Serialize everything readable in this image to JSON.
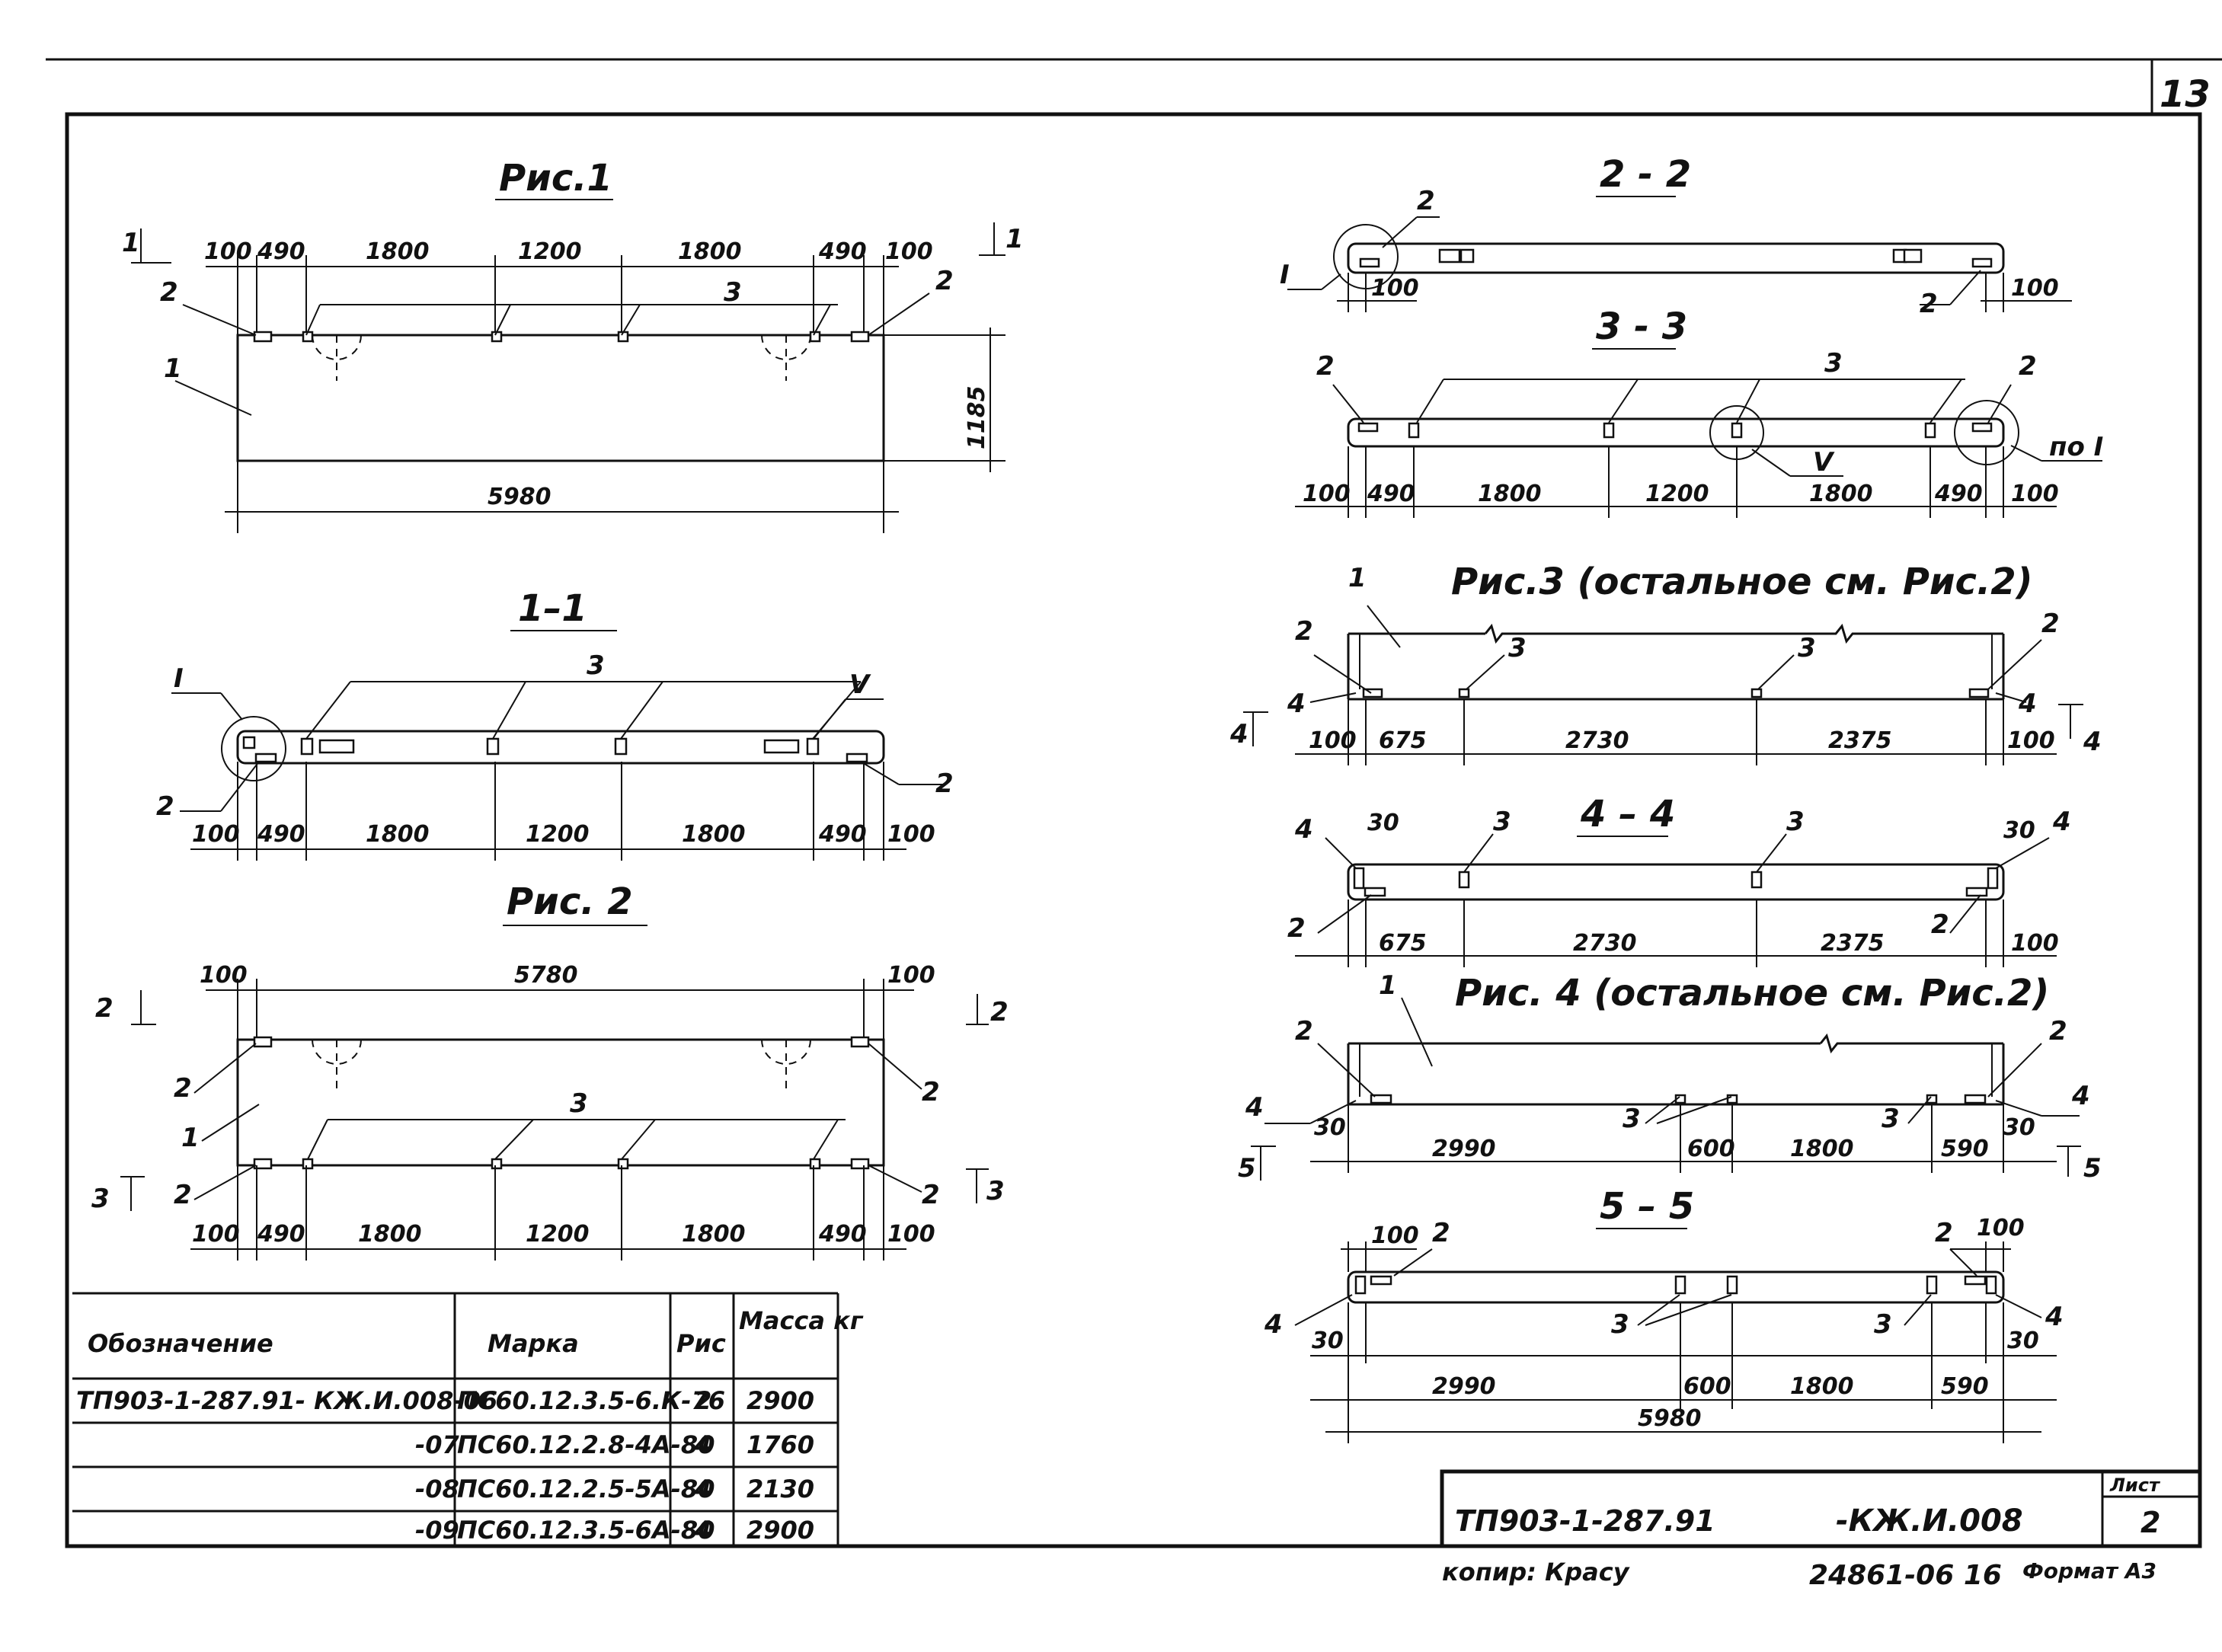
{
  "sheet": {
    "page_number": "13",
    "drawing_code": "ТП903-1-287.91",
    "drawing_suffix": "-КЖ.И.008",
    "sheet_label": "Лист",
    "sheet_no": "2",
    "copier": "копир: Красу",
    "archive_no": "24861-06  16",
    "format": "Формат А3"
  },
  "fig1": {
    "title": "Рис.1",
    "section_mark": "1",
    "dims_top": [
      "100",
      "490",
      "1800",
      "1200",
      "1800",
      "490",
      "100"
    ],
    "height": "1185",
    "length": "5980",
    "callouts": [
      "1",
      "2",
      "2",
      "3"
    ]
  },
  "sec11": {
    "title": "1–1",
    "dims": [
      "100",
      "490",
      "1800",
      "1200",
      "1800",
      "490",
      "100"
    ],
    "node_left": "I",
    "node_right": "V",
    "callouts": [
      "2",
      "2",
      "3"
    ]
  },
  "fig2": {
    "title": "Рис. 2",
    "marks": [
      "2",
      "2",
      "3",
      "3"
    ],
    "dim_top": [
      "100",
      "5780",
      "100"
    ],
    "dims_bottom": [
      "100",
      "490",
      "1800",
      "1200",
      "1800",
      "490",
      "100"
    ],
    "callouts": [
      "1",
      "2",
      "2",
      "2",
      "2",
      "3"
    ]
  },
  "sec22": {
    "title": "2 - 2",
    "node": "I",
    "dims": [
      "100",
      "100"
    ],
    "callouts": [
      "2",
      "2"
    ]
  },
  "sec33": {
    "title": "3 - 3",
    "dims": [
      "100",
      "490",
      "1800",
      "1200",
      "1800",
      "490",
      "100"
    ],
    "node_mid": "V",
    "node_right": "по I",
    "callouts": [
      "2",
      "2",
      "3"
    ]
  },
  "fig3": {
    "title": "Рис.3 (остальное см. Рис.2)",
    "marks": [
      "4",
      "4"
    ],
    "dims": [
      "100",
      "675",
      "2730",
      "2375",
      "100"
    ],
    "callouts": [
      "1",
      "2",
      "2",
      "3",
      "3",
      "4",
      "4"
    ]
  },
  "sec44": {
    "title": "4 – 4",
    "dims": [
      "675",
      "2730",
      "2375",
      "100"
    ],
    "dims_small": [
      "30",
      "30"
    ],
    "callouts": [
      "2",
      "2",
      "3",
      "3",
      "4",
      "4"
    ]
  },
  "fig4": {
    "title": "Рис. 4 (остальное см. Рис.2)",
    "marks": [
      "5",
      "5"
    ],
    "dims": [
      "30",
      "2990",
      "600",
      "1800",
      "590",
      "30"
    ],
    "callouts": [
      "1",
      "2",
      "2",
      "3",
      "3",
      "4",
      "4"
    ]
  },
  "sec55": {
    "title": "5 – 5",
    "dims": [
      "30",
      "2990",
      "600",
      "1800",
      "590",
      "30"
    ],
    "dims_top": [
      "100",
      "100"
    ],
    "length": "5980",
    "callouts": [
      "2",
      "2",
      "3",
      "3",
      "4",
      "4"
    ]
  },
  "table": {
    "headers": [
      "Обозначение",
      "Марка",
      "Рис",
      "Масса кг"
    ],
    "rows": [
      [
        "ТП903-1-287.91- КЖ.И.008-06",
        "ПС60.12.3.5-6.К-76",
        "2",
        "2900"
      ],
      [
        "-07",
        "ПС60.12.2.8-4А-80",
        "4",
        "1760"
      ],
      [
        "-08",
        "ПС60.12.2.5-5А-80",
        "4",
        "2130"
      ],
      [
        "-09",
        "ПС60.12.3.5-6А-80",
        "4",
        "2900"
      ]
    ]
  }
}
